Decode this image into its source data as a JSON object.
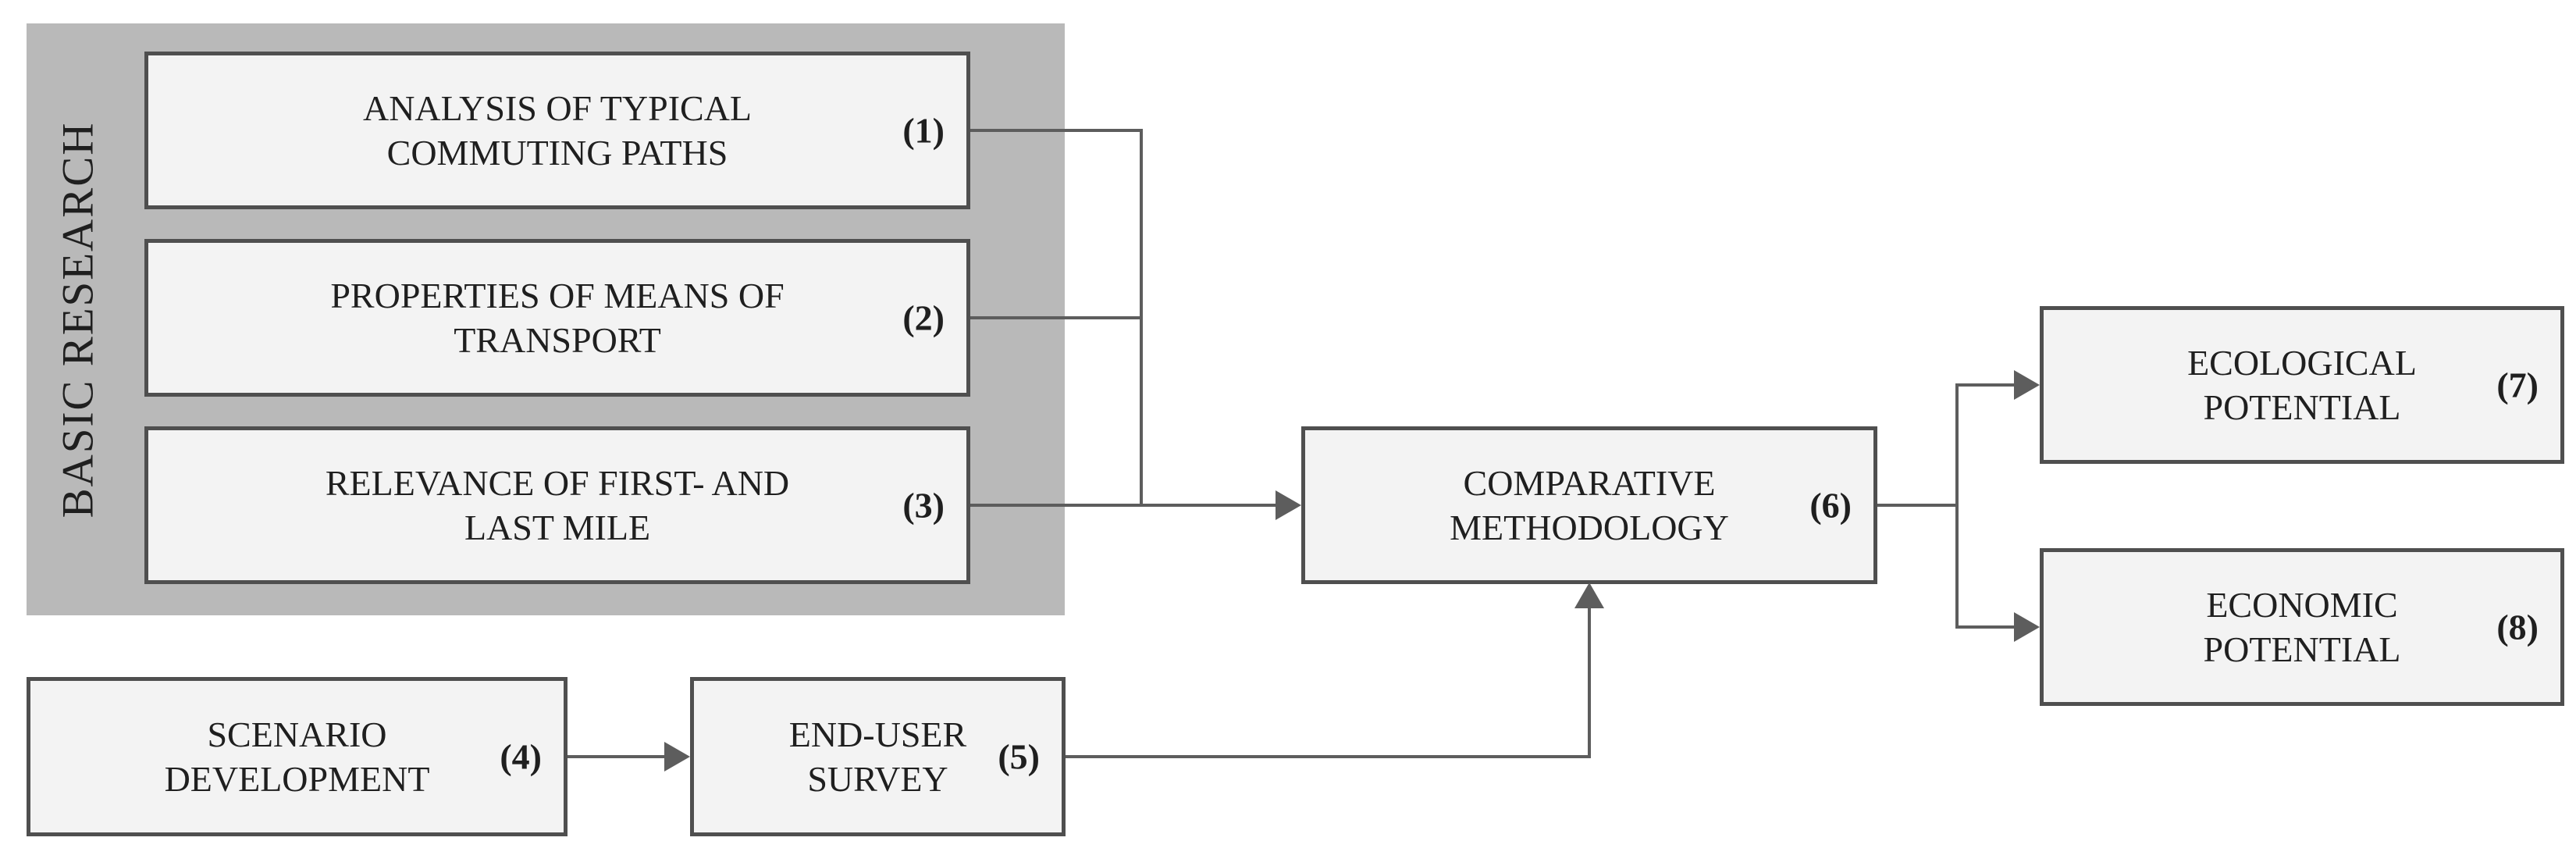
{
  "figure": {
    "type": "flow-diagram",
    "colors": {
      "group_fill": "#b9b9b9",
      "box_fill": "#f3f3f3",
      "box_border": "#4f4f4f",
      "line": "#5d5d5d",
      "text": "#1f1f1f",
      "bg": "#ffffff"
    },
    "group": {
      "label": "BASIC RESEARCH"
    },
    "boxes": [
      {
        "line1": "ANALYSIS OF TYPICAL",
        "line2": "COMMUTING PATHS",
        "num": "(1)"
      },
      {
        "line1": "PROPERTIES OF MEANS OF",
        "line2": "TRANSPORT",
        "num": "(2)"
      },
      {
        "line1": "RELEVANCE OF FIRST- AND",
        "line2": "LAST MILE",
        "num": "(3)"
      },
      {
        "line1": "SCENARIO",
        "line2": "DEVELOPMENT",
        "num": "(4)"
      },
      {
        "line1": "END-USER",
        "line2": "SURVEY",
        "num": "(5)"
      },
      {
        "line1": "COMPARATIVE",
        "line2": "METHODOLOGY",
        "num": "(6)"
      },
      {
        "line1": "ECOLOGICAL",
        "line2": "POTENTIAL",
        "num": "(7)"
      },
      {
        "line1": "ECONOMIC",
        "line2": "POTENTIAL",
        "num": "(8)"
      }
    ]
  }
}
